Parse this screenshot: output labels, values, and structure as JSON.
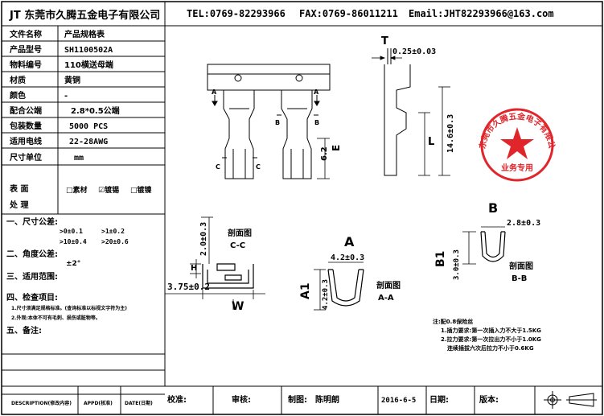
{
  "header": {
    "company": "JT 东莞市久腾五金电子有限公司",
    "tel": "TEL:0769-82293966",
    "fax": "FAX:0769-86011211",
    "email": "Email:JHT82293966@163.com"
  },
  "spec_table": [
    {
      "label": "文件名称",
      "value": "产品规格表"
    },
    {
      "label": "产品型号",
      "value": "SH1100502A"
    },
    {
      "label": "物料编号",
      "value": "110横送母端"
    },
    {
      "label": "材质",
      "value": "黄铜"
    },
    {
      "label": "颜色",
      "value": "-"
    },
    {
      "label": "配合公端",
      "value": "2.8*0.5公端"
    },
    {
      "label": "包装数量",
      "value": "5000 PCS"
    },
    {
      "label": "适用电线",
      "value": "22-28AWG"
    },
    {
      "label": "尺寸单位",
      "value": "mm"
    }
  ],
  "surface": {
    "label1": "表  面",
    "label2": "处  理",
    "options": [
      "□素材",
      "☑镀锡",
      "□镀镍"
    ]
  },
  "notes": {
    "tolerance_title": "一、尺寸公差:",
    "tol1": ">0±0.1",
    "tol2": ">1±0.2",
    "tol3": ">10±0.4",
    "tol4": ">20±0.6",
    "angle_title": "二、角度公差:",
    "angle_value": "±2°",
    "scope_title": "三、适用范围:",
    "inspect_title": "四、检查项目:",
    "inspect1": "1.尺寸须满足规格标准。(查询标准以标视文字符为主)",
    "inspect2": "2.外观:本体不可有毛刺、损伤或脏物等。",
    "remark_title": "五、备注:"
  },
  "drawing": {
    "dim_t_label": "T",
    "dim_t_value": "0.25±0.03",
    "dim_14_6": "14.6±0.3",
    "dim_L": "L",
    "dim_E": "E",
    "dim_6_2": "6.2",
    "marker_a": "A",
    "marker_b": "B",
    "marker_c": "C",
    "section_cc_title": "剖面图",
    "section_cc_name": "C-C",
    "dim_2_0": "2.0±0.3",
    "dim_H": "H",
    "dim_3_75": "3.75±0.2",
    "dim_W": "W",
    "section_aa_letter": "A",
    "dim_4_2a": "4.2±0.3",
    "dim_A1": "A1",
    "dim_4_2b": "4.2±0.3",
    "section_aa_title": "剖面图",
    "section_aa_name": "A-A",
    "section_bb_letter": "B",
    "dim_2_8": "2.8±0.3",
    "dim_B1": "B1",
    "dim_3_0": "3.0±0.3",
    "section_bb_title": "剖面图",
    "section_bb_name": "B-B"
  },
  "force_notes": {
    "title": "注:配0.8保险丝",
    "line1": "1.插力要求:第一次插入力不大于1.5KG",
    "line2": "2.拉力要求:第一次拉出力不小于1.0KG",
    "line3": "连续插拔六次后拉力不小于0.6KG"
  },
  "stamp": {
    "ring_text": "东莞市久腾五金电子有限公司",
    "center_text": "业务专用",
    "color": "#e0262b"
  },
  "footer": {
    "desc": "DESCRIPTION(修改内容)",
    "appd": "APPD(核准)",
    "date_label": "DATE(日期)",
    "check": "校准:",
    "review": "审核:",
    "draw_label": "制图:",
    "drawer": "陈明朗",
    "date": "2016-6-5",
    "date_suffix": "日期:",
    "version": "版本:"
  }
}
